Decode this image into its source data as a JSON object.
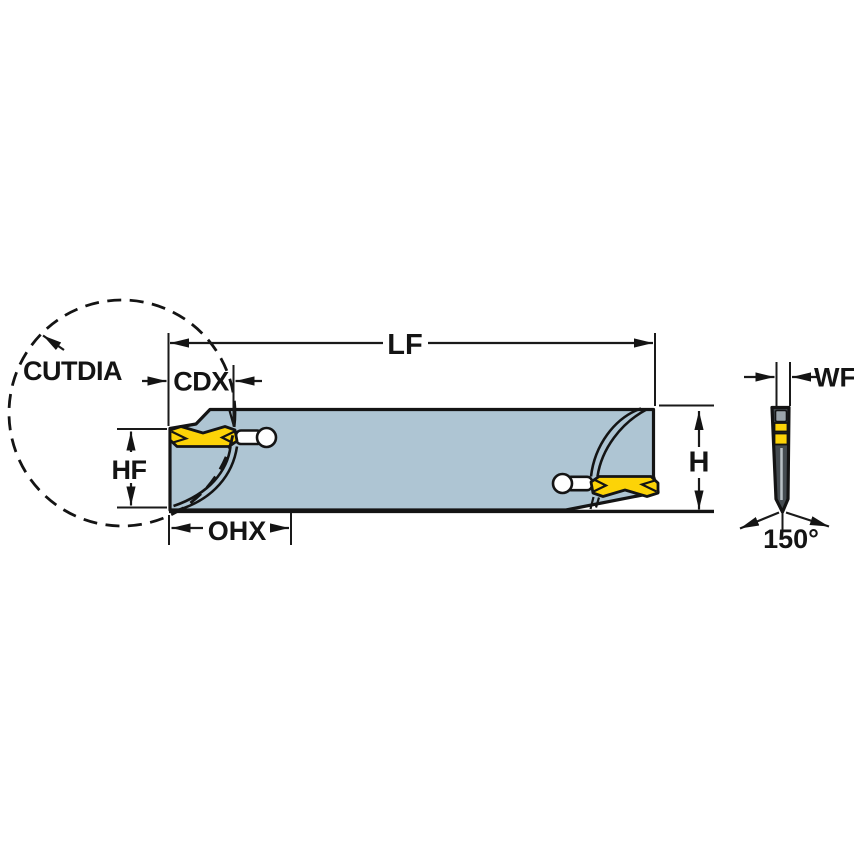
{
  "diagram": {
    "labels": {
      "cutdia": "CUTDIA",
      "lf": "LF",
      "cdx": "CDX",
      "hf": "HF",
      "ohx": "OHX",
      "h": "H",
      "wf": "WF",
      "angle": "150°"
    },
    "colors": {
      "background": "#ffffff",
      "body_fill": "#aec5d3",
      "insert_yellow": "#fcd307",
      "line": "#141414",
      "blade_dark": "#454c51",
      "blade_stripe": "#b9c1c6",
      "blade_insert_gray": "#9ba4aa",
      "slot_white": "#ffffff"
    }
  }
}
